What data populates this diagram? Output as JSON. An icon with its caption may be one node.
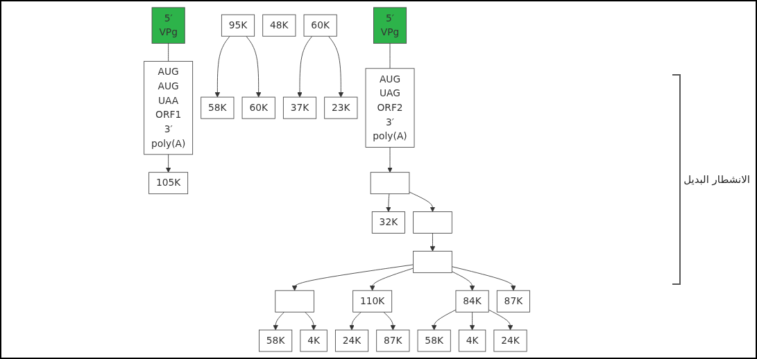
{
  "diagram": {
    "nodes": [
      {
        "text": [
          "5′",
          "VPg"
        ]
      },
      {
        "text": [
          "AUG",
          "AUG",
          "UAA",
          "ORF1",
          "3′",
          "poly(A)"
        ]
      },
      {
        "text": [
          "105K"
        ]
      },
      {
        "text": [
          "95K"
        ]
      },
      {
        "text": [
          "58K"
        ]
      },
      {
        "text": [
          "60K"
        ]
      },
      {
        "text": [
          "48K"
        ]
      },
      {
        "text": [
          "60K"
        ]
      },
      {
        "text": [
          "37K"
        ]
      },
      {
        "text": [
          "23K"
        ]
      },
      {
        "text": [
          "5′",
          "VPg"
        ]
      },
      {
        "text": [
          "AUG",
          "UAG",
          "ORF2",
          "3′",
          "poly(A)"
        ]
      },
      {
        "text": [],
        "shape": "box"
      },
      {
        "text": [
          "32K"
        ]
      },
      {
        "text": [],
        "shape": "box"
      },
      {
        "text": [],
        "shape": "box"
      },
      {
        "text": [],
        "shape": "box"
      },
      {
        "text": [
          "110K"
        ]
      },
      {
        "text": [
          "84K"
        ]
      },
      {
        "text": [
          "87K"
        ]
      },
      {
        "text": [
          "58K"
        ]
      },
      {
        "text": [
          "4K"
        ]
      },
      {
        "text": [
          "24K"
        ]
      },
      {
        "text": [
          "87K"
        ]
      },
      {
        "text": [
          "58K"
        ]
      },
      {
        "text": [
          "4K"
        ]
      },
      {
        "text": [
          "24K"
        ]
      }
    ],
    "edges": [
      {
        "from": 0,
        "to": 1,
        "arrow": "none"
      },
      {
        "from": 1,
        "to": 2,
        "arrow": "to"
      },
      {
        "from": 3,
        "to": 4,
        "arrow": "to"
      },
      {
        "from": 3,
        "to": 5,
        "arrow": "to"
      },
      {
        "from": 7,
        "to": 8,
        "arrow": "to"
      },
      {
        "from": 7,
        "to": 9,
        "arrow": "to"
      },
      {
        "from": 10,
        "to": 11,
        "arrow": "none"
      },
      {
        "from": 11,
        "to": 12,
        "arrow": "to"
      },
      {
        "from": 12,
        "to": 13,
        "arrow": "to"
      },
      {
        "from": 12,
        "to": 14,
        "arrow": "to"
      },
      {
        "from": 14,
        "to": 15,
        "arrow": "to"
      },
      {
        "from": 15,
        "to": 16,
        "arrow": "to"
      },
      {
        "from": 15,
        "to": 17,
        "arrow": "to"
      },
      {
        "from": 15,
        "to": 18,
        "arrow": "to"
      },
      {
        "from": 15,
        "to": 19,
        "arrow": "to"
      },
      {
        "from": 16,
        "to": 20,
        "arrow": "to"
      },
      {
        "from": 16,
        "to": 21,
        "arrow": "to"
      },
      {
        "from": 17,
        "to": 22,
        "arrow": "to"
      },
      {
        "from": 17,
        "to": 23,
        "arrow": "to"
      },
      {
        "from": 18,
        "to": 24,
        "arrow": "to"
      },
      {
        "from": 18,
        "to": 25,
        "arrow": "to"
      },
      {
        "from": 18,
        "to": 26,
        "arrow": "to"
      }
    ],
    "labels": [
      "الانشطار البديل"
    ]
  }
}
